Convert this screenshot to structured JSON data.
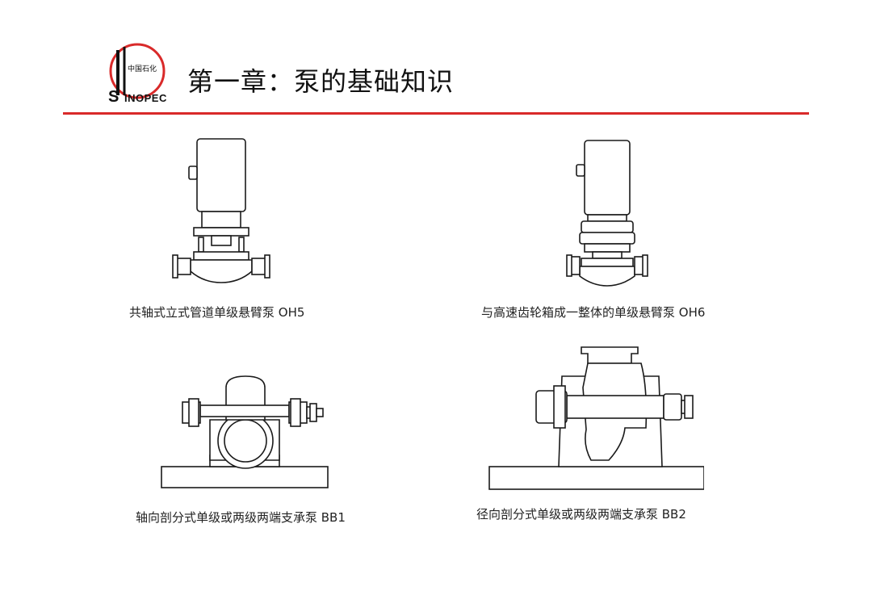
{
  "header": {
    "logo_text": "SINOPEC",
    "logo_subtext": "中国石化",
    "title": "第一章：泵的基础知识",
    "rule_color": "#d92a2a"
  },
  "figures": [
    {
      "id": "oh5",
      "caption": "共轴式立式管道单级悬臂泵  OH5"
    },
    {
      "id": "oh6",
      "caption": "与高速齿轮箱成一整体的单级悬臂泵  OH6"
    },
    {
      "id": "bb1",
      "caption": "轴向剖分式单级或两级两端支承泵  BB1"
    },
    {
      "id": "bb2",
      "caption": "径向剖分式单级或两级两端支承泵  BB2"
    }
  ]
}
